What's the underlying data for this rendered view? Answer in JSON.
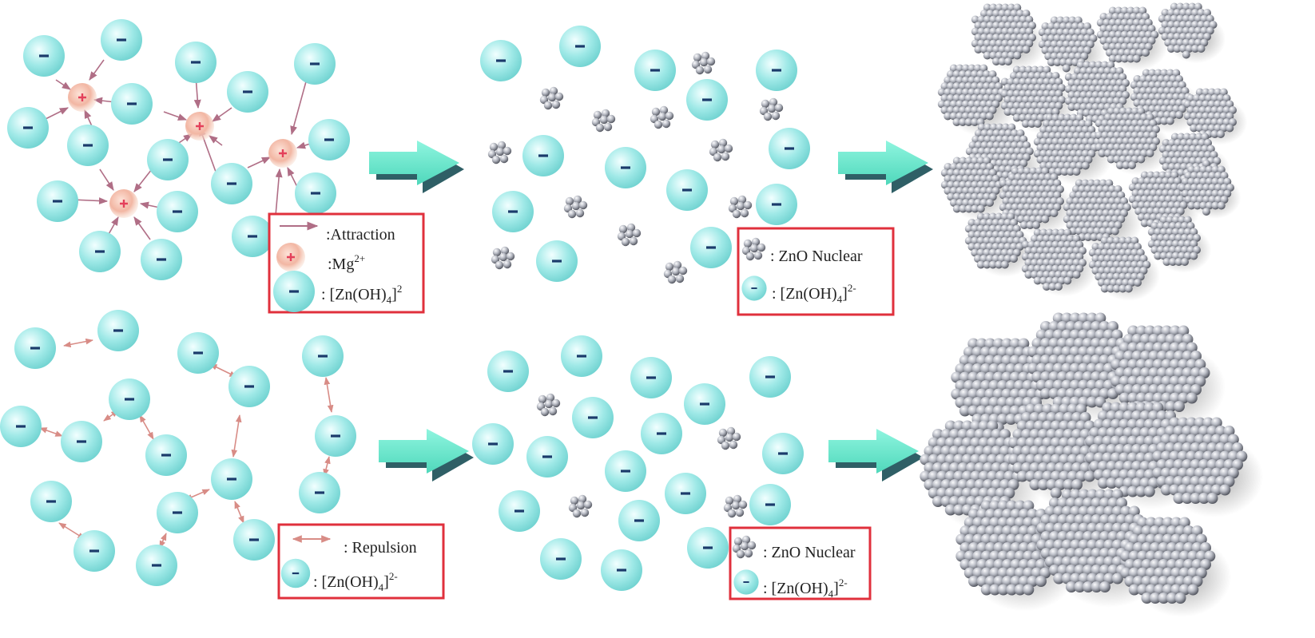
{
  "colors": {
    "anion": "#8fe3e1",
    "anion_edge": "#5cc6c4",
    "cation": "#f0b8a6",
    "attraction_arrow": "#b06e86",
    "repulsion_arrow": "#d88c86",
    "flow_arrow": "#5ee6c8",
    "legend_border": "#e0303c",
    "nucleus": "#6f7280"
  },
  "icons": {
    "anion": "minus-sphere-icon",
    "cation": "plus-sphere-icon",
    "nucleus": "zno-nucleus-cluster-icon",
    "aggregate": "zno-aggregate-cluster-icon",
    "flow": "process-arrow-icon"
  },
  "legend_top_left": {
    "attraction": ":Attraction",
    "mg_prefix": ":Mg",
    "mg_charge": "2+",
    "anion_prefix": ": [Zn(OH)",
    "anion_sub": "4",
    "anion_suffix": "]",
    "anion_charge": "2"
  },
  "legend_top_middle": {
    "nucleus": ": ZnO Nuclear",
    "anion_prefix": ": [Zn(OH)",
    "anion_sub": "4",
    "anion_suffix": "]",
    "anion_charge": "2-"
  },
  "legend_bottom_left": {
    "repulsion": ": Repulsion",
    "anion_prefix": ": [Zn(OH)",
    "anion_sub": "4",
    "anion_suffix": "]",
    "anion_charge": "2-"
  },
  "legend_bottom_middle": {
    "nucleus": ": ZnO Nuclear",
    "anion_prefix": ": [Zn(OH)",
    "anion_sub": "4",
    "anion_suffix": "]",
    "anion_charge": "2-"
  }
}
